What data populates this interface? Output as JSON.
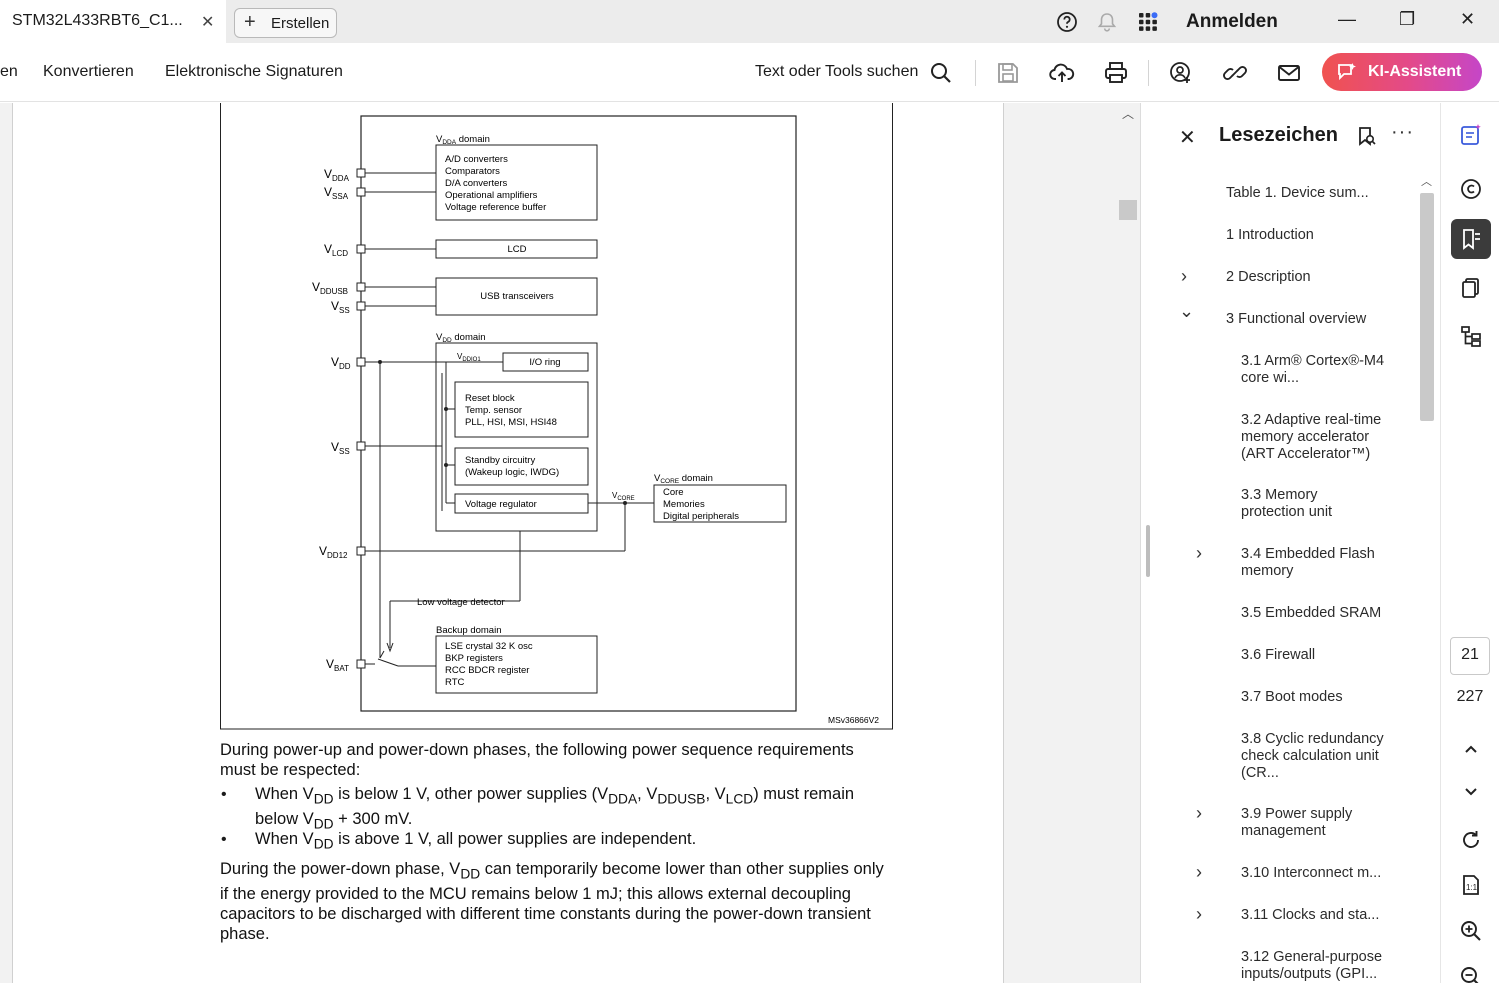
{
  "titlebar": {
    "tab_title": "STM32L433RBT6_C1...",
    "tab_close": "✕",
    "new_tab_plus": "+",
    "new_tab_label": "Erstellen",
    "signin": "Anmelden",
    "minimize": "—",
    "restore": "❐",
    "close": "✕"
  },
  "toolbar": {
    "menu_partial": "en",
    "menu_convert": "Konvertieren",
    "menu_esign": "Elektronische Signaturen",
    "search_label": "Text oder Tools suchen",
    "ki_label": "KI-Assistent"
  },
  "diagram": {
    "vdda_domain": "V",
    "vdda_domain_sub": "DDA",
    "vdda_domain_suffix": " domain",
    "vdda_box": [
      "A/D converters",
      "Comparators",
      "D/A converters",
      "Operational amplifiers",
      "Voltage reference buffer"
    ],
    "pins": [
      {
        "main": "V",
        "sub": "DDA"
      },
      {
        "main": "V",
        "sub": "SSA"
      },
      {
        "main": "V",
        "sub": "LCD"
      },
      {
        "main": "V",
        "sub": "DDUSB"
      },
      {
        "main": "V",
        "sub": "SS"
      },
      {
        "main": "V",
        "sub": "DD"
      },
      {
        "main": "V",
        "sub": "SS"
      },
      {
        "main": "V",
        "sub": "DD12"
      },
      {
        "main": "V",
        "sub": "BAT"
      }
    ],
    "lcd_box": "LCD",
    "usb_box": "USB transceivers",
    "vdd_domain_sub": "DD",
    "vdd_domain_suffix": " domain",
    "vddio1": "V",
    "vddio1_sub": "DDIO1",
    "io_ring": "I/O ring",
    "reset_box": [
      "Reset block",
      "Temp. sensor",
      "PLL, HSI, MSI, HSI48"
    ],
    "standby_box": [
      "Standby circuitry",
      "(Wakeup logic, IWDG)"
    ],
    "voltage_regulator": "Voltage regulator",
    "vcore_label_sub": "CORE",
    "vcore_domain_sub": "CORE",
    "vcore_domain_suffix": " domain",
    "vcore_box": [
      "Core",
      "Memories",
      "Digital peripherals"
    ],
    "low_voltage": "Low voltage detector",
    "backup_domain": "Backup domain",
    "backup_box": [
      "LSE crystal 32 K osc",
      "BKP registers",
      "RCC BDCR register",
      "RTC"
    ],
    "figure_id": "MSv36866V2"
  },
  "text": {
    "p1_line1": "During power-up and power-down phases, the following power sequence requirements",
    "p1_line2": "must be respected:",
    "bullet": "•",
    "b1_a": "When V",
    "b1_sub1": "DD",
    "b1_b": " is below 1 V, other power supplies (V",
    "b1_sub2": "DDA",
    "b1_c": ", V",
    "b1_sub3": "DDUSB",
    "b1_d": ", V",
    "b1_sub4": "LCD",
    "b1_e": ") must remain",
    "b1_line2_a": "below V",
    "b1_line2_sub": "DD",
    "b1_line2_b": " + 300 mV.",
    "b2_a": "When V",
    "b2_sub": "DD",
    "b2_b": " is above 1 V, all power supplies are independent.",
    "p2_line1_a": "During the power-down phase, V",
    "p2_line1_sub": "DD",
    "p2_line1_b": " can temporarily become lower than other supplies only",
    "p2_line2": "if the energy provided to the MCU remains below 1 mJ; this allows external decoupling",
    "p2_line3": "capacitors to be discharged with different time constants during the power-down transient",
    "p2_line4": "phase."
  },
  "bookmarks": {
    "close": "✕",
    "title": "Lesezeichen",
    "more": "···",
    "items": [
      {
        "label": "Table 1. Device sum...",
        "caret": ""
      },
      {
        "label": "1 Introduction",
        "caret": ""
      },
      {
        "label": "2 Description",
        "caret": "›"
      },
      {
        "label": "3 Functional overview",
        "caret": "⌄"
      },
      {
        "label": "3.1 Arm® Cortex®-M4 core wi...",
        "caret": ""
      },
      {
        "label": "3.2 Adaptive real-time memory accelerator (ART Accelerator™)",
        "caret": ""
      },
      {
        "label": "3.3 Memory protection unit",
        "caret": ""
      },
      {
        "label": "3.4 Embedded Flash memory",
        "caret": "›"
      },
      {
        "label": "3.5 Embedded SRAM",
        "caret": ""
      },
      {
        "label": "3.6 Firewall",
        "caret": ""
      },
      {
        "label": "3.7 Boot modes",
        "caret": ""
      },
      {
        "label": "3.8 Cyclic redundancy check calculation unit (CR...",
        "caret": ""
      },
      {
        "label": "3.9 Power supply management",
        "caret": "›"
      },
      {
        "label": "3.10 Interconnect m...",
        "caret": "›"
      },
      {
        "label": "3.11 Clocks and sta...",
        "caret": "›"
      },
      {
        "label": "3.12 General-purpose inputs/outputs (GPI...",
        "caret": ""
      }
    ]
  },
  "rail": {
    "page_current": "21",
    "page_total": "227"
  },
  "colors": {
    "accent_gradient_start": "#f0524f",
    "accent_gradient_end": "#c546c8",
    "rail_icon_accent": "#3b5bdb"
  }
}
